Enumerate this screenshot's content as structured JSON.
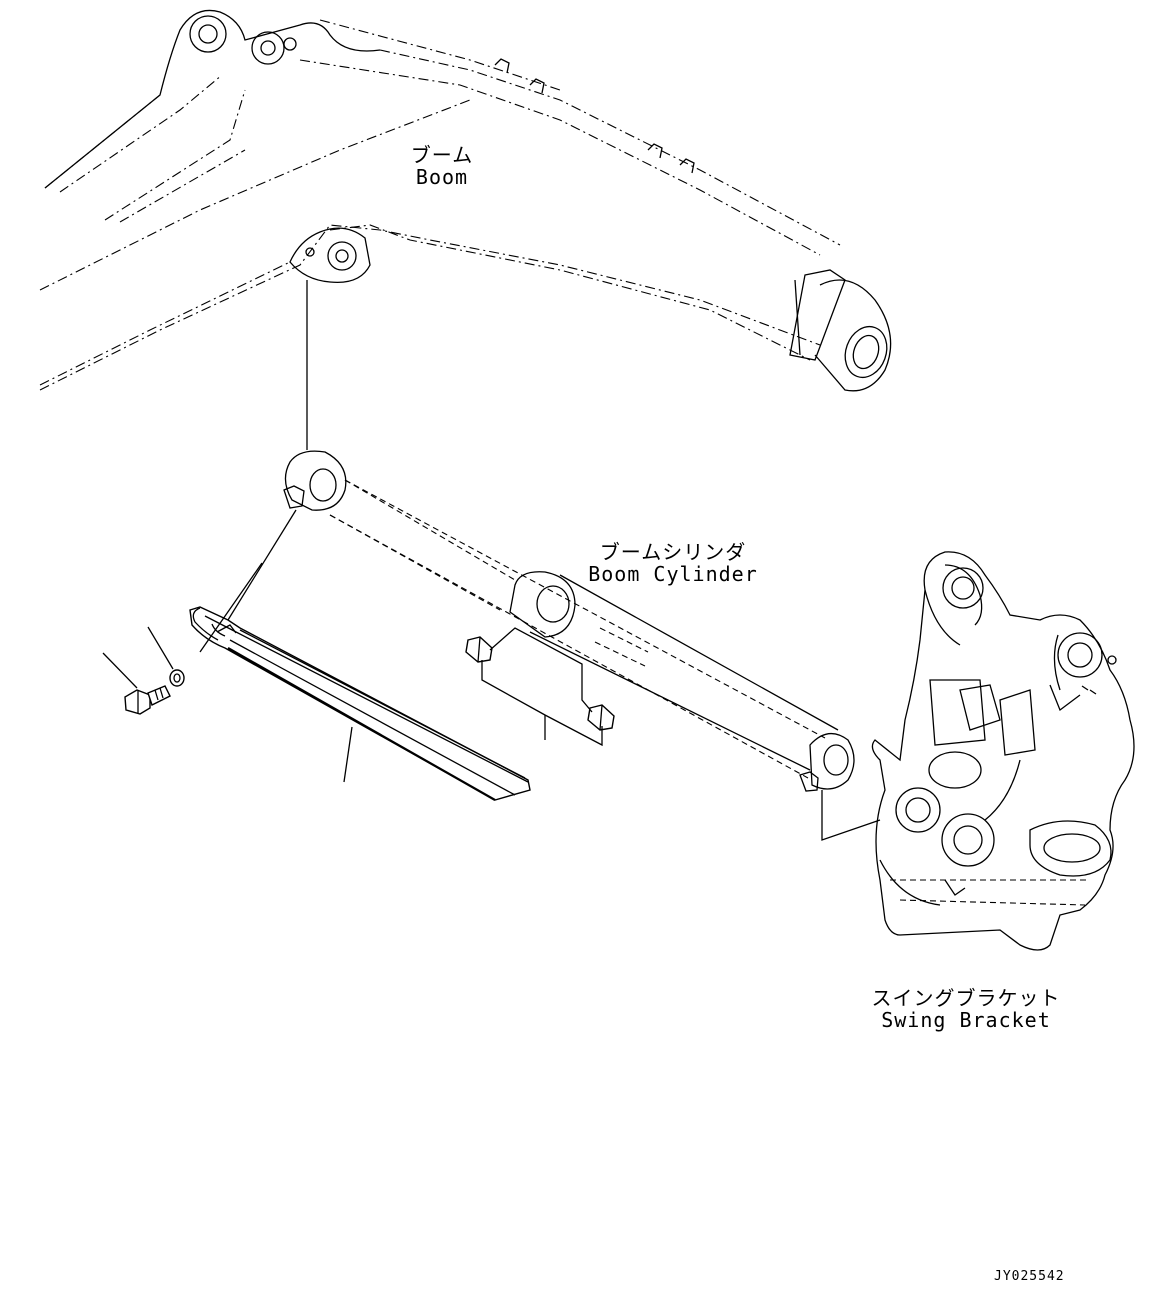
{
  "labels": {
    "boom": {
      "jp": "ブーム",
      "en": "Boom"
    },
    "boom_cylinder": {
      "jp": "ブームシリンダ",
      "en": "Boom Cylinder"
    },
    "swing_bracket": {
      "jp": "スイングブラケット",
      "en": "Swing Bracket"
    }
  },
  "drawing_code": "JY025542",
  "colors": {
    "ink": "#000000",
    "paper": "#ffffff"
  }
}
